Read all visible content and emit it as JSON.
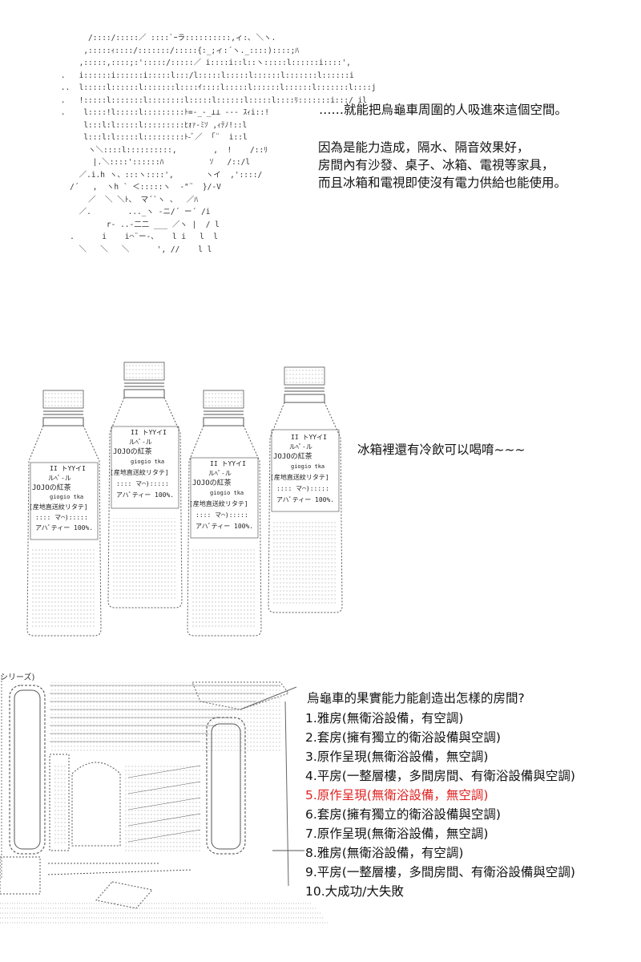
{
  "panel1": {
    "line1": "……就能把烏龜車周圍的人吸進來這個空間。",
    "paragraph": [
      "因為是能力造成，隔水、隔音效果好，",
      "房間內有沙發、桌子、冰箱、電視等家具，",
      "而且冰箱和電視即使沒有電力供給也能使用。"
    ]
  },
  "panel2": {
    "line1": "冰箱裡還有冷飲可以喝唷~~~",
    "bottle_label": {
      "l1": "II トYYイI",
      "l2": "ルﾍﾟ-ル",
      "l3": "JOJOの紅茶",
      "l4": "giogio tka",
      "l5": "[産地直送紋リタテ]",
      "l6": ":::: マ⌒):::::",
      "l7": "アハﾟティー 100%."
    }
  },
  "panel3": {
    "art_label": "シリーズ)",
    "question": "烏龜車的果實能力能創造出怎樣的房間?",
    "options": [
      {
        "text": "1.雅房(無衛浴設備，有空調)",
        "color": "#111111"
      },
      {
        "text": "2.套房(擁有獨立的衛浴設備與空調)",
        "color": "#111111"
      },
      {
        "text": "3.原作呈現(無衛浴設備，無空調)",
        "color": "#111111"
      },
      {
        "text": "4.平房(一整層樓，多間房間、有衛浴設備與空調)",
        "color": "#111111"
      },
      {
        "text": "5.原作呈現(無衛浴設備，無空調)",
        "color": "#e02020"
      },
      {
        "text": "6.套房(擁有獨立的衛浴設備與空調)",
        "color": "#111111"
      },
      {
        "text": "7.原作呈現(無衛浴設備，無空調)",
        "color": "#111111"
      },
      {
        "text": "8.雅房(無衛浴設備，有空調)",
        "color": "#111111"
      },
      {
        "text": "9.平房(一整層樓，多間房間、有衛浴設備與空調)",
        "color": "#111111"
      },
      {
        "text": "10.大成功/大失敗",
        "color": "#111111"
      }
    ]
  }
}
